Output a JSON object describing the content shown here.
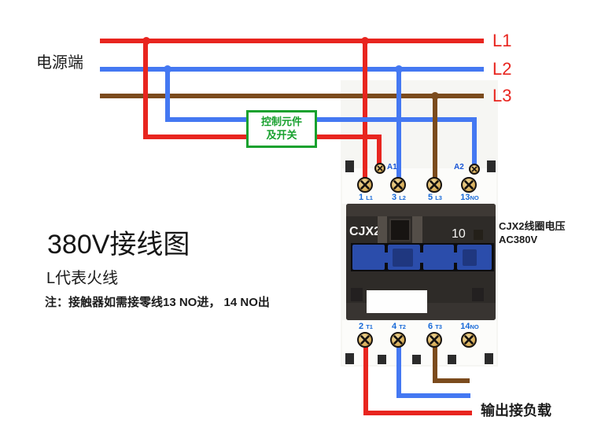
{
  "power": {
    "label": "电源端",
    "lines": [
      {
        "name": "L1",
        "color": "#e8251f"
      },
      {
        "name": "L2",
        "color": "#4478f2"
      },
      {
        "name": "L3",
        "color": "#7b4b1d"
      }
    ]
  },
  "control_box": {
    "line1": "控制元件",
    "line2": "及开关",
    "color": "#18a12e"
  },
  "title_block": {
    "main_title": "380V接线图",
    "subtitle": "L代表火线",
    "note": "注：接触器如需接零线13 NO进， 14 NO出"
  },
  "contactor": {
    "model": "CJX2",
    "rating": "10",
    "coil_note_line1": "CJX2线圈电压",
    "coil_note_line2": "AC380V",
    "coil_terminals": [
      {
        "label": "A1"
      },
      {
        "label": "A2"
      }
    ],
    "top_terminals": [
      {
        "num": "1",
        "sub": "L1"
      },
      {
        "num": "3",
        "sub": "L2"
      },
      {
        "num": "5",
        "sub": "L3"
      },
      {
        "num": "13",
        "sub": "NO"
      }
    ],
    "bottom_terminals": [
      {
        "num": "2",
        "sub": "T1"
      },
      {
        "num": "4",
        "sub": "T2"
      },
      {
        "num": "6",
        "sub": "T3"
      },
      {
        "num": "14",
        "sub": "NO"
      }
    ]
  },
  "output": {
    "label": "输出接负载"
  },
  "colors": {
    "wire_red": "#e8251f",
    "wire_blue": "#4478f2",
    "wire_brown": "#7b4b1d",
    "green_accent": "#18a12e",
    "terminal_label_blue": "#1769d8",
    "terminal_gold": "#d8ae5a",
    "contactor_body": "#2e2b28",
    "contact_bar_blue": "#2b4dab"
  }
}
